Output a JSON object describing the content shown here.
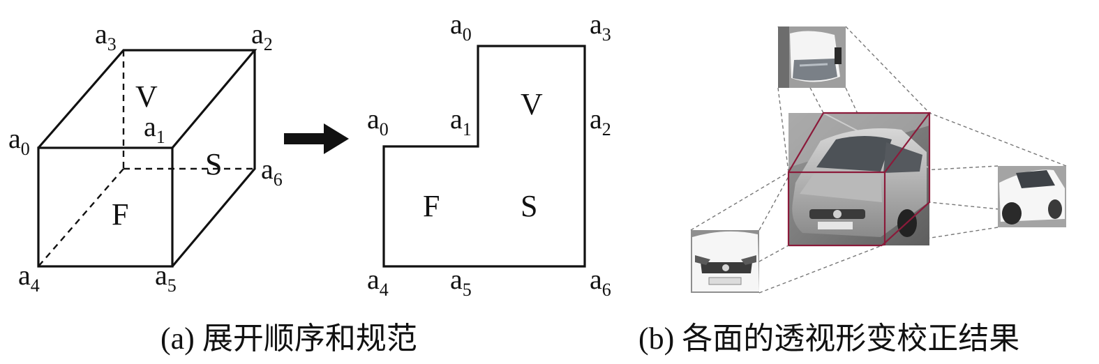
{
  "colors": {
    "stroke": "#111111",
    "box_frame": "#8b1a3a",
    "photo_gray": "#8c8c8c",
    "car_white": "#f2f2f2"
  },
  "cube": {
    "vertices": {
      "a0": {
        "base": "a",
        "sub": "0"
      },
      "a1": {
        "base": "a",
        "sub": "1"
      },
      "a2": {
        "base": "a",
        "sub": "2"
      },
      "a3": {
        "base": "a",
        "sub": "3"
      },
      "a4": {
        "base": "a",
        "sub": "4"
      },
      "a5": {
        "base": "a",
        "sub": "5"
      },
      "a6": {
        "base": "a",
        "sub": "6"
      }
    },
    "faces": {
      "V": "V",
      "F": "F",
      "S": "S"
    }
  },
  "unfolded": {
    "vertices": {
      "top_a0": {
        "base": "a",
        "sub": "0"
      },
      "top_a3": {
        "base": "a",
        "sub": "3"
      },
      "mid_a0": {
        "base": "a",
        "sub": "0"
      },
      "mid_a1": {
        "base": "a",
        "sub": "1"
      },
      "mid_a2": {
        "base": "a",
        "sub": "2"
      },
      "bot_a4": {
        "base": "a",
        "sub": "4"
      },
      "bot_a5": {
        "base": "a",
        "sub": "5"
      },
      "bot_a6": {
        "base": "a",
        "sub": "6"
      }
    },
    "faces": {
      "V": "V",
      "F": "F",
      "S": "S"
    }
  },
  "captions": {
    "a": "(a) 展开顺序和规范",
    "b": "(b) 各面的透视形变校正结果"
  }
}
